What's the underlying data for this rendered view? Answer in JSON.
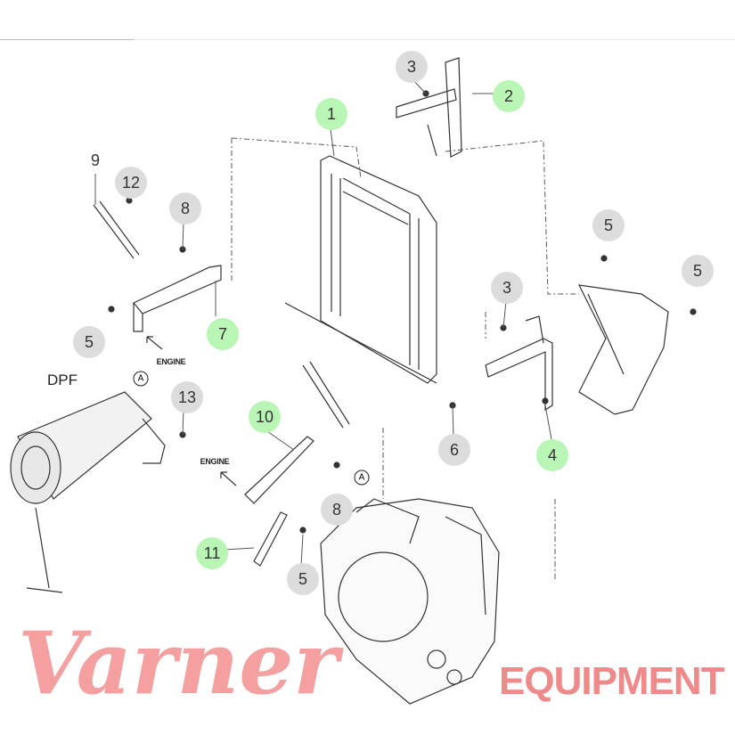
{
  "diagram": {
    "callouts": [
      {
        "label": "3",
        "style": "gray"
      },
      {
        "label": "2",
        "style": "green"
      },
      {
        "label": "1",
        "style": "green"
      },
      {
        "label": "9",
        "style": "plain"
      },
      {
        "label": "12",
        "style": "gray"
      },
      {
        "label": "8",
        "style": "gray"
      },
      {
        "label": "5",
        "style": "gray"
      },
      {
        "label": "5",
        "style": "gray"
      },
      {
        "label": "3",
        "style": "gray"
      },
      {
        "label": "7",
        "style": "green"
      },
      {
        "label": "5",
        "style": "gray"
      },
      {
        "label": "13",
        "style": "gray"
      },
      {
        "label": "10",
        "style": "green"
      },
      {
        "label": "6",
        "style": "gray"
      },
      {
        "label": "4",
        "style": "green"
      },
      {
        "label": "8",
        "style": "gray"
      },
      {
        "label": "11",
        "style": "green"
      },
      {
        "label": "5",
        "style": "gray"
      }
    ],
    "dpf_label": "DPF",
    "engine_label_1": "ENGINE",
    "engine_label_2": "ENGINE",
    "ref_a_1": "A",
    "ref_a_2": "A",
    "colors": {
      "highlight_green": "#b9f5b4",
      "highlight_gray": "#dcdcdc",
      "watermark": "#f4a0a0"
    }
  },
  "watermark": {
    "script": "Varner",
    "word": "EQUIPMENT"
  }
}
